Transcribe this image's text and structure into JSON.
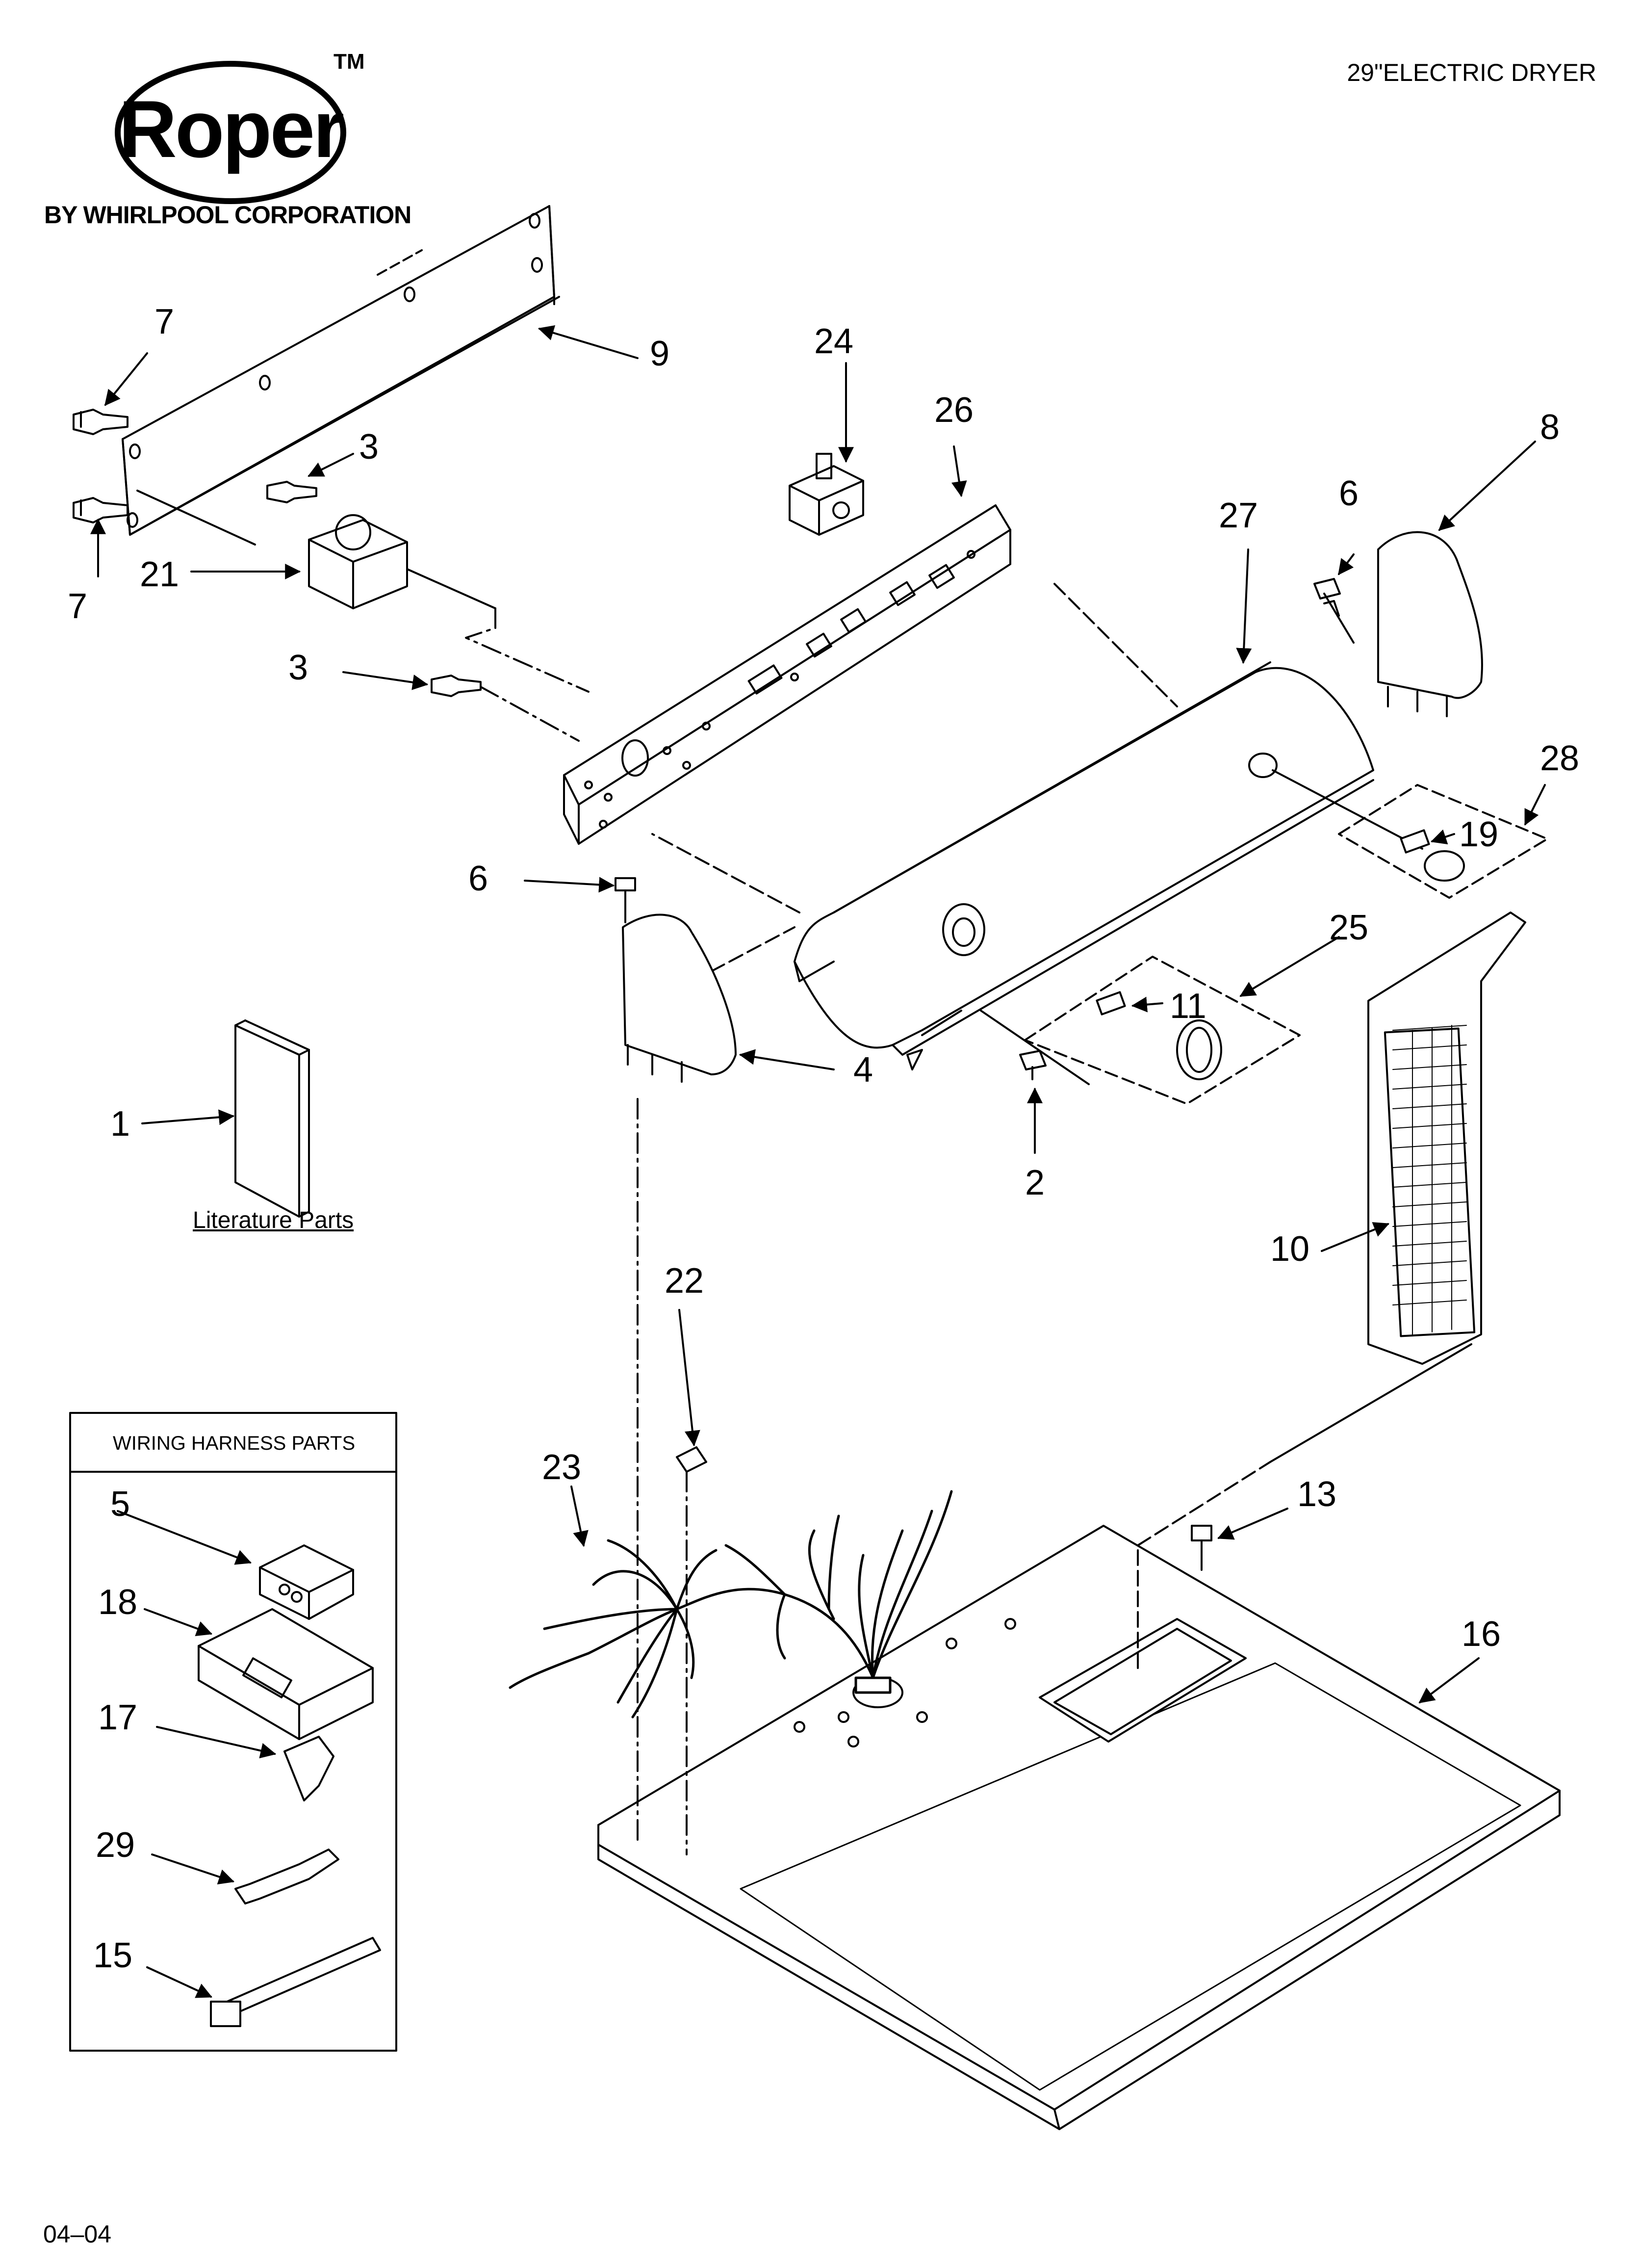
{
  "brand": {
    "logo_text": "Roper",
    "trademark": "TM",
    "subtitle": "BY WHIRLPOOL CORPORATION"
  },
  "header": {
    "product": "29\"ELECTRIC DRYER"
  },
  "footer": {
    "date_code": "04–04"
  },
  "literature": {
    "label": "Literature Parts"
  },
  "wiring_box": {
    "title": "WIRING HARNESS PARTS"
  },
  "callouts": {
    "c1": "1",
    "c2": "2",
    "c3a": "3",
    "c3b": "3",
    "c4": "4",
    "c5": "5",
    "c6a": "6",
    "c6b": "6",
    "c7a": "7",
    "c7b": "7",
    "c8": "8",
    "c9": "9",
    "c10": "10",
    "c11": "11",
    "c13": "13",
    "c15": "15",
    "c16": "16",
    "c17": "17",
    "c18": "18",
    "c19": "19",
    "c21": "21",
    "c22": "22",
    "c23": "23",
    "c24": "24",
    "c25": "25",
    "c26": "26",
    "c27": "27",
    "c28": "28",
    "c29": "29"
  },
  "colors": {
    "ink": "#000000",
    "paper": "#ffffff",
    "panel_fill": "#f4f4f4"
  }
}
